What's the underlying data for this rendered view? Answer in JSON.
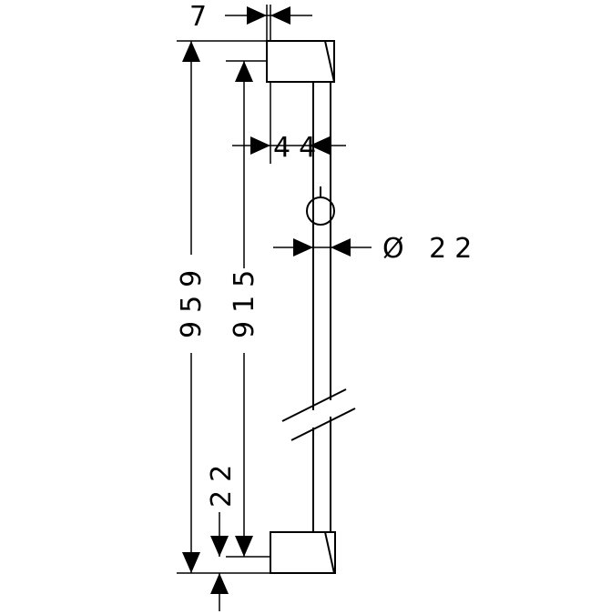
{
  "dimensions": {
    "top_width": "7",
    "overall_height": "959",
    "bar_length": "915",
    "offset": "44",
    "diameter": "Ø 22",
    "bottom_offset": "22"
  }
}
